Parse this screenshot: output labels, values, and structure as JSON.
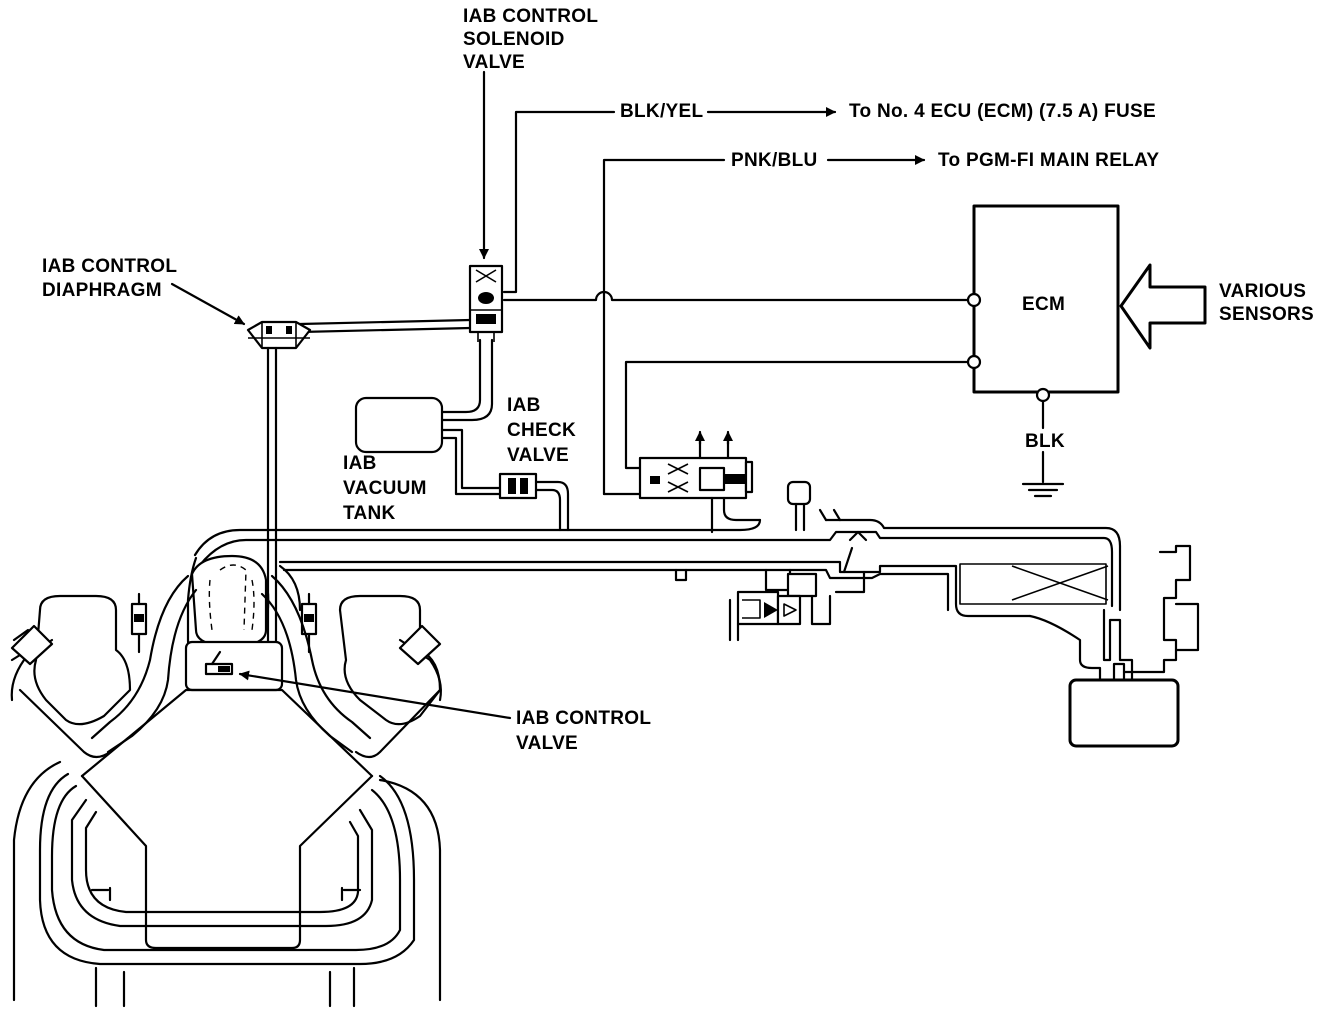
{
  "labels": {
    "solenoid_line1": "IAB CONTROL",
    "solenoid_line2": "SOLENOID",
    "solenoid_line3": "VALVE",
    "blk_yel": "BLK/YEL",
    "fuse": "To No. 4 ECU (ECM) (7.5 A) FUSE",
    "pnk_blu": "PNK/BLU",
    "relay": "To PGM-FI MAIN RELAY",
    "diaphragm_line1": "IAB CONTROL",
    "diaphragm_line2": "DIAPHRAGM",
    "ecm": "ECM",
    "sensors_line1": "VARIOUS",
    "sensors_line2": "SENSORS",
    "check_line1": "IAB",
    "check_line2": "CHECK",
    "check_line3": "VALVE",
    "tank_line1": "IAB",
    "tank_line2": "VACUUM",
    "tank_line3": "TANK",
    "blk": "BLK",
    "control_valve_line1": "IAB CONTROL",
    "control_valve_line2": "VALVE"
  }
}
